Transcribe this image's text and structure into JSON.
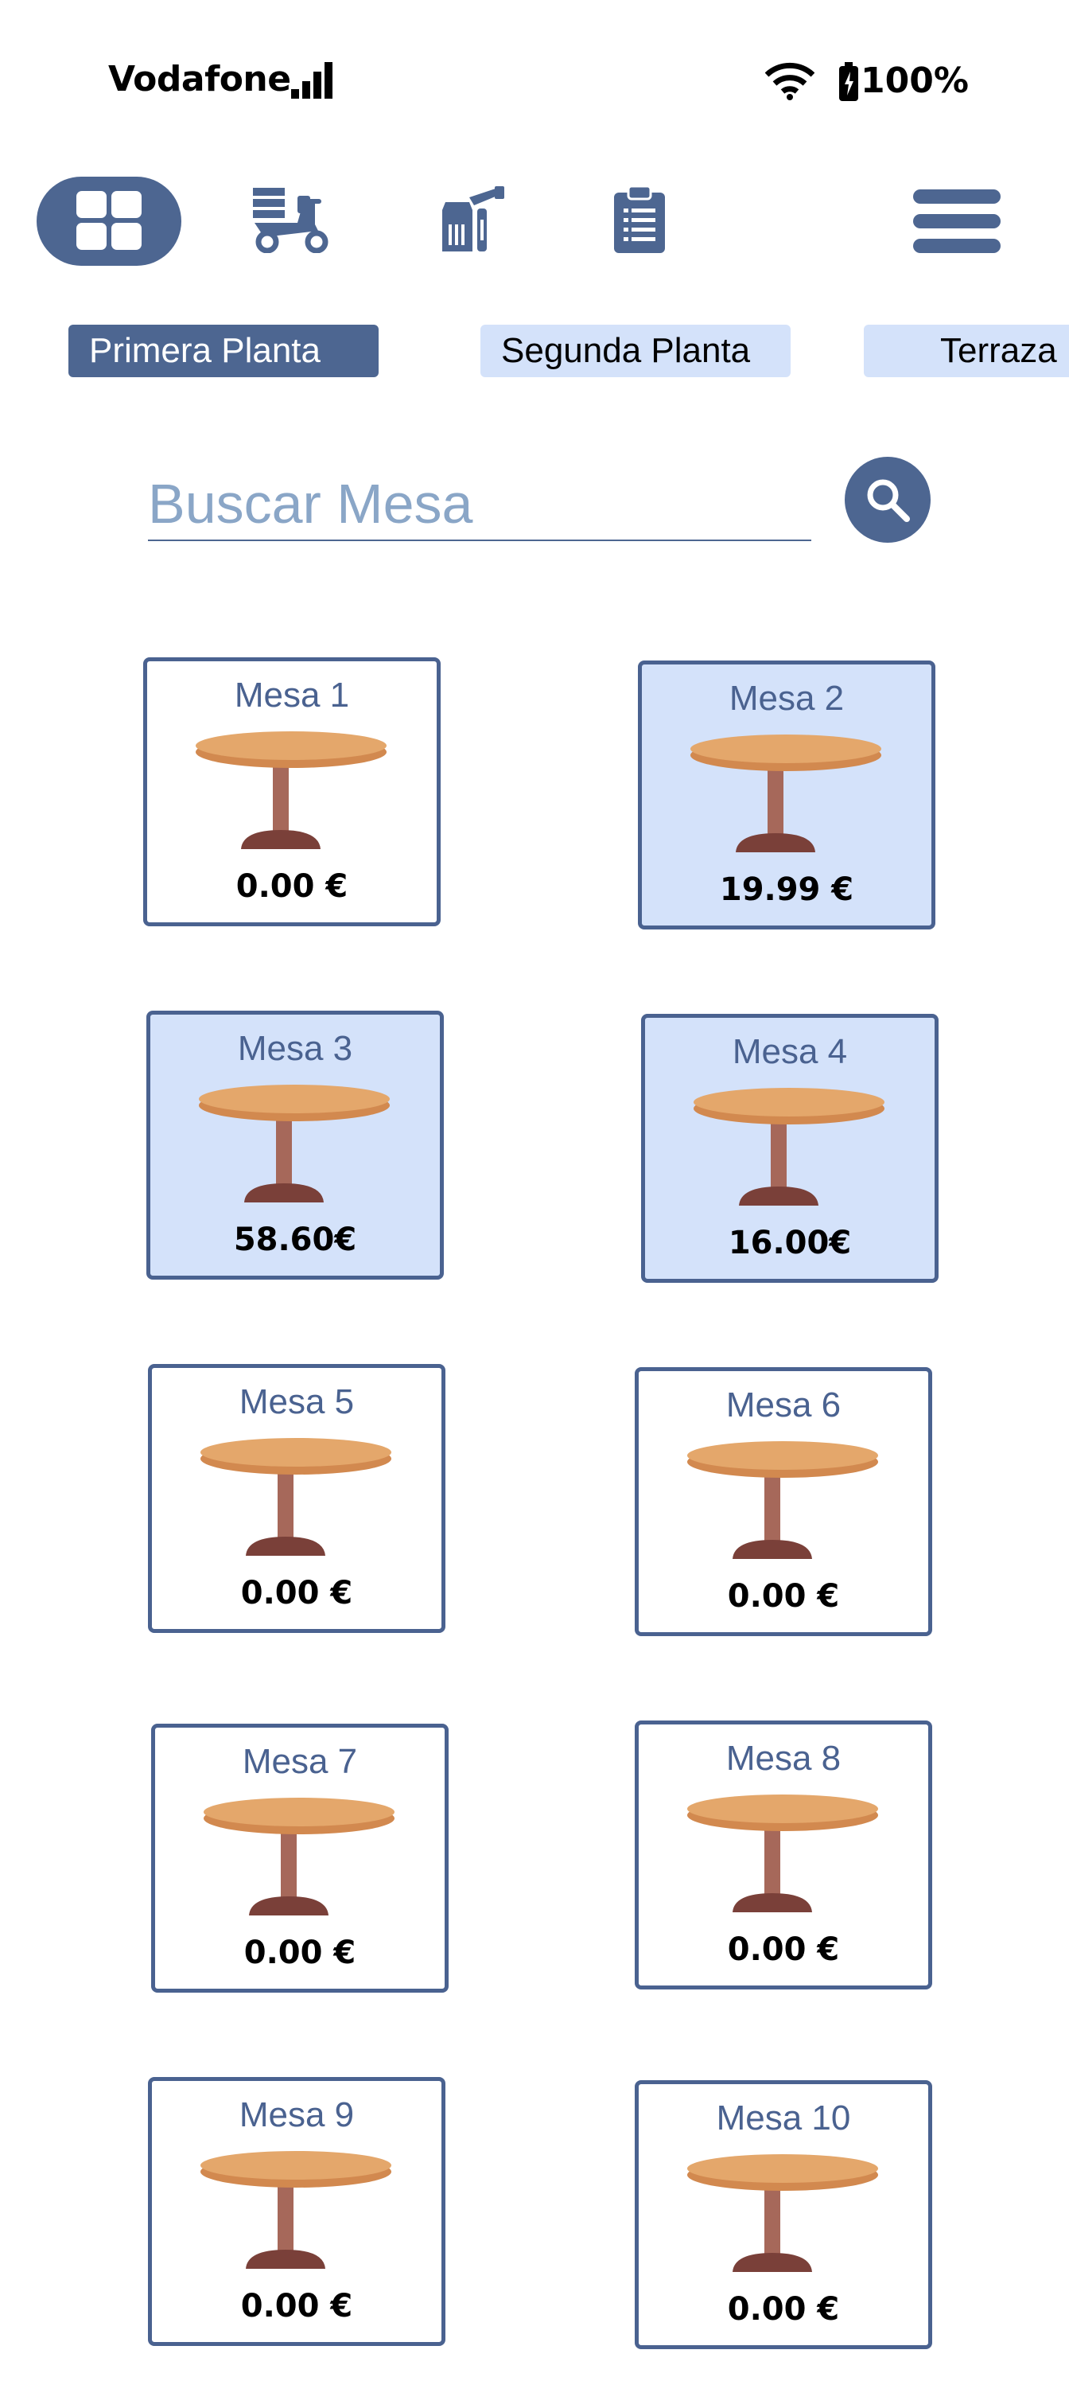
{
  "status_bar": {
    "carrier": "Vodafone",
    "battery": "100%"
  },
  "toolbar": {
    "icons": [
      "grid-icon",
      "delivery-scooter-icon",
      "kitchen-icon",
      "clipboard-icon",
      "hamburger-menu-icon"
    ]
  },
  "floors": {
    "tabs": [
      {
        "label": "Primera Planta",
        "active": true
      },
      {
        "label": "Segunda Planta",
        "active": false
      },
      {
        "label": "Terraza",
        "active": false
      }
    ]
  },
  "search": {
    "placeholder": "Buscar Mesa"
  },
  "colors": {
    "accent": "#4d6691",
    "occupied_bg": "#d4e2fa",
    "table_top": "#e4a76b",
    "table_leg": "#a6685a",
    "table_base": "#7a4039"
  },
  "tables": [
    {
      "name": "Mesa 1",
      "total": "0.00 €",
      "occupied": false
    },
    {
      "name": "Mesa 2",
      "total": "19.99 €",
      "occupied": true
    },
    {
      "name": "Mesa 3",
      "total": "58.60€",
      "occupied": true
    },
    {
      "name": "Mesa 4",
      "total": "16.00€",
      "occupied": true
    },
    {
      "name": "Mesa 5",
      "total": "0.00 €",
      "occupied": false
    },
    {
      "name": "Mesa 6",
      "total": "0.00 €",
      "occupied": false
    },
    {
      "name": "Mesa 7",
      "total": "0.00 €",
      "occupied": false
    },
    {
      "name": "Mesa 8",
      "total": "0.00 €",
      "occupied": false
    },
    {
      "name": "Mesa 9",
      "total": "0.00 €",
      "occupied": false
    },
    {
      "name": "Mesa 10",
      "total": "0.00 €",
      "occupied": false
    }
  ]
}
